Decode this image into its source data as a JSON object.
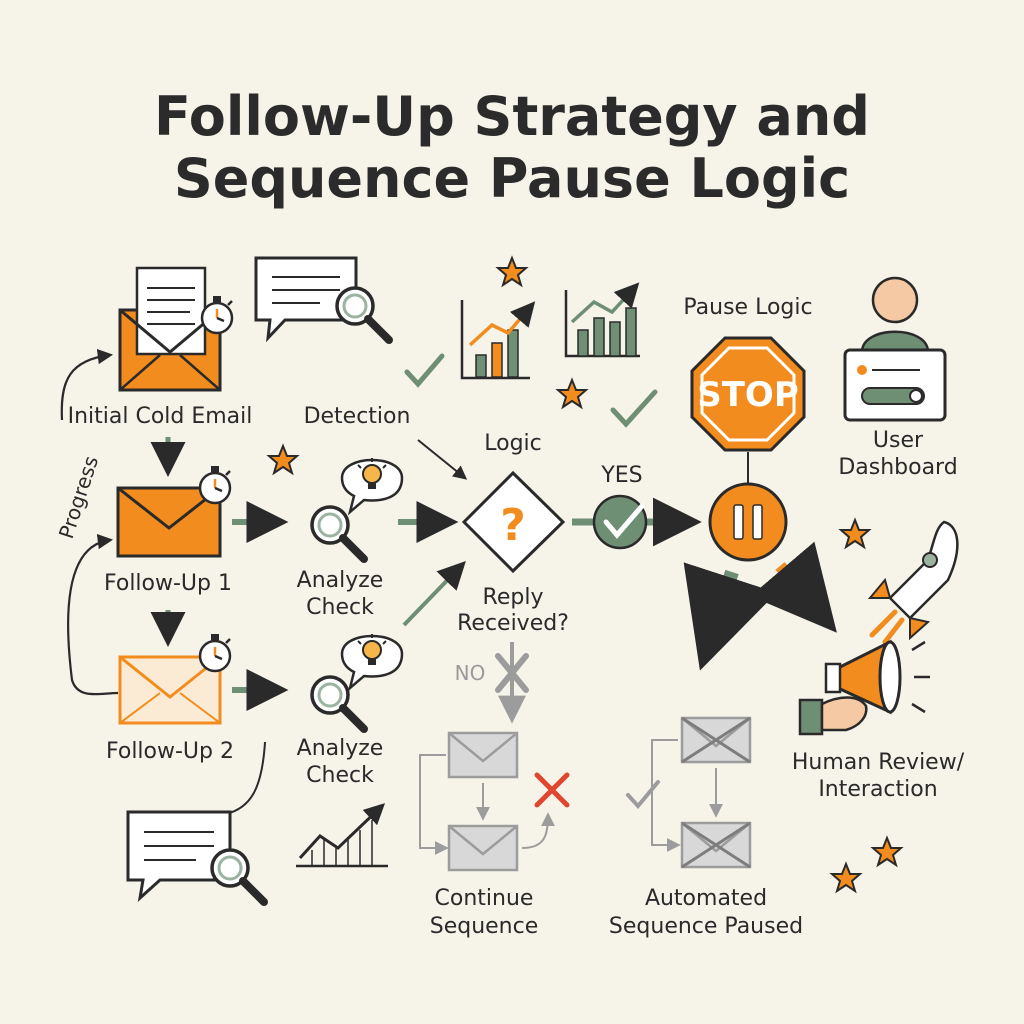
{
  "title": {
    "line1": "Follow-Up Strategy and",
    "line2": "Sequence Pause Logic"
  },
  "labels": {
    "progress": "Progress",
    "initial_cold_email": "Initial Cold Email",
    "detection": "Detection",
    "logic": "Logic",
    "yes": "YES",
    "no": "NO",
    "pause_logic": "Pause Logic",
    "stop": "STOP",
    "user_dashboard_1": "User",
    "user_dashboard_2": "Dashboard",
    "follow_up_1": "Follow-Up 1",
    "follow_up_2": "Follow-Up 2",
    "analyze": "Analyze",
    "check": "Check",
    "reply": "Reply",
    "received": "Received?",
    "question_mark": "?",
    "human_review_1": "Human Review/",
    "human_review_2": "Interaction",
    "continue": "Continue",
    "sequence": "Sequence",
    "automated_1": "Automated",
    "automated_2": "Sequence Paused"
  },
  "colors": {
    "orange": "#f28c1e",
    "green": "#6f8f75",
    "ink": "#2a2a2a",
    "grey": "#9c9c9c",
    "red": "#e0472f",
    "paper": "#f6f3e9"
  },
  "icons": [
    "envelope-document-icon",
    "stopwatch-icon",
    "speech-bubble-icon",
    "magnifier-icon",
    "checkmark-icon",
    "star-icon",
    "bar-chart-icon",
    "stop-sign-icon",
    "user-dashboard-icon",
    "lightbulb-icon",
    "question-diamond-icon",
    "pause-button-icon",
    "rocket-icon",
    "megaphone-icon",
    "cross-icon",
    "crossed-envelope-icon",
    "trend-line-icon"
  ]
}
